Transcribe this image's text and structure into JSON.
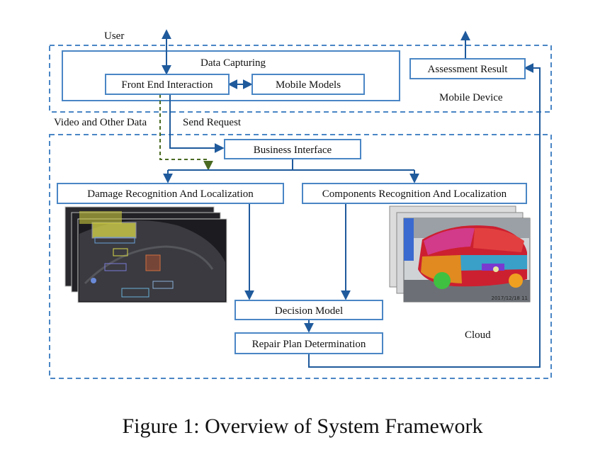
{
  "labels": {
    "user": "User",
    "data_capturing": "Data Capturing",
    "mobile_device": "Mobile Device",
    "video_data": "Video and Other Data",
    "send_request": "Send Request",
    "cloud": "Cloud"
  },
  "boxes": {
    "front_end": "Front End Interaction",
    "mobile_models": "Mobile Models",
    "assessment_result": "Assessment Result",
    "business_interface": "Business Interface",
    "damage_recognition": "Damage Recognition And Localization",
    "components_recognition": "Components Recognition And Localization",
    "decision_model": "Decision Model",
    "repair_plan": "Repair Plan Determination"
  },
  "images": {
    "damage_stack": "damage-detection-frames",
    "components_stack": "car-component-segmentation-frames",
    "timestamp": "2017/12/18 11"
  },
  "caption": "Figure 1: Overview of System Framework",
  "colors": {
    "box_border": "#4a86c5",
    "dashed_border": "#4a86c5",
    "arrow": "#1f5a9c",
    "data_arrow": "#4a6a22"
  }
}
